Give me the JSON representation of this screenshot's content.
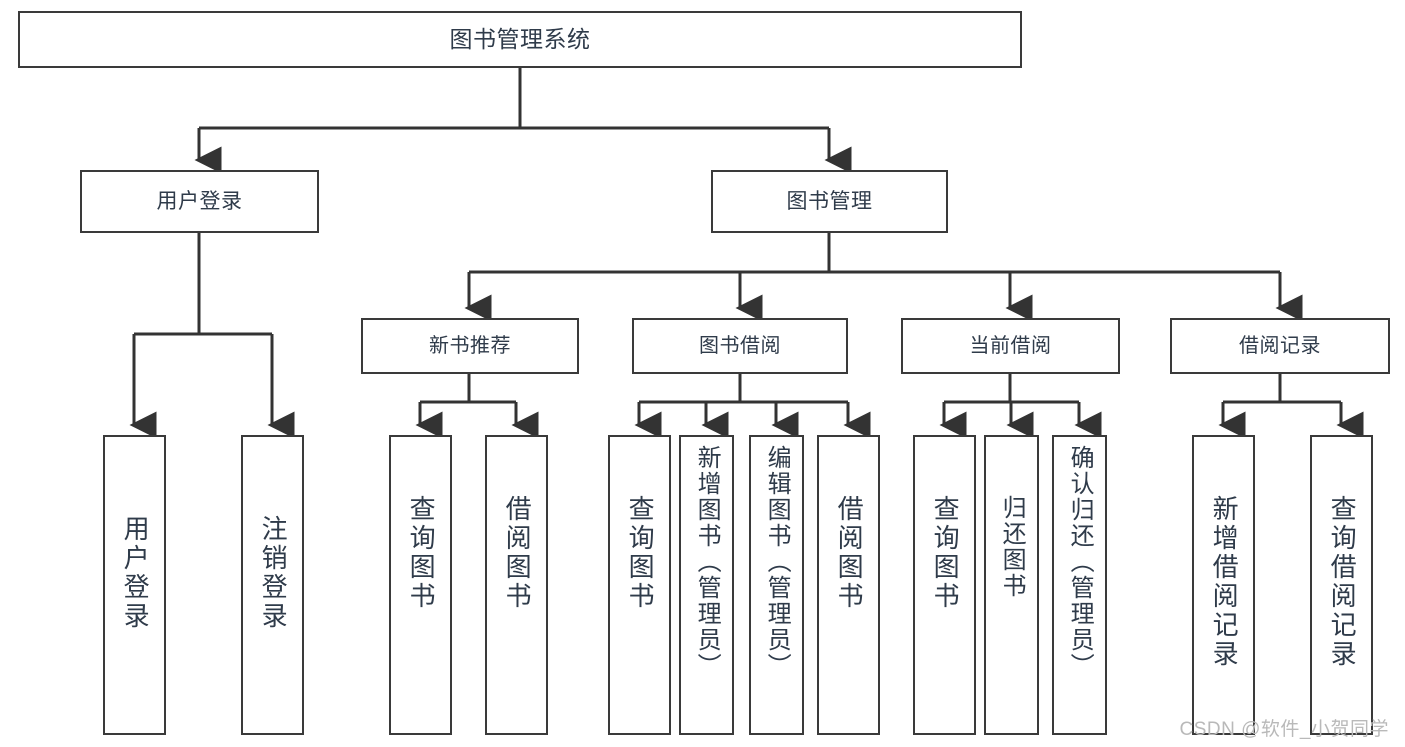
{
  "diagram": {
    "type": "tree-hierarchy",
    "title": "图书管理系统",
    "root": {
      "label": "图书管理系统"
    },
    "level1": [
      {
        "label": "用户登录"
      },
      {
        "label": "图书管理"
      }
    ],
    "level2": [
      {
        "label": "新书推荐"
      },
      {
        "label": "图书借阅"
      },
      {
        "label": "当前借阅"
      },
      {
        "label": "借阅记录"
      }
    ],
    "leaves": [
      {
        "label": "用户登录",
        "parent": "用户登录"
      },
      {
        "label": "注销登录",
        "parent": "用户登录"
      },
      {
        "label": "查询图书",
        "parent": "新书推荐"
      },
      {
        "label": "借阅图书",
        "parent": "新书推荐"
      },
      {
        "label": "查询图书",
        "parent": "图书借阅"
      },
      {
        "label": "新增图书（管理员）",
        "parent": "图书借阅"
      },
      {
        "label": "编辑图书（管理员）",
        "parent": "图书借阅"
      },
      {
        "label": "借阅图书",
        "parent": "图书借阅"
      },
      {
        "label": "查询图书",
        "parent": "当前借阅"
      },
      {
        "label": "归还图书",
        "parent": "当前借阅"
      },
      {
        "label": "确认归还（管理员）",
        "parent": "当前借阅"
      },
      {
        "label": "新增借阅记录",
        "parent": "借阅记录"
      },
      {
        "label": "查询借阅记录",
        "parent": "借阅记录"
      }
    ],
    "colors": {
      "background": "#ffffff",
      "box_border": "#3a3a3a",
      "connector": "#333333",
      "text": "#2f3b4a",
      "watermark": "#b9b9b9"
    }
  },
  "watermark": {
    "text": "CSDN @软件_小贺同学"
  }
}
